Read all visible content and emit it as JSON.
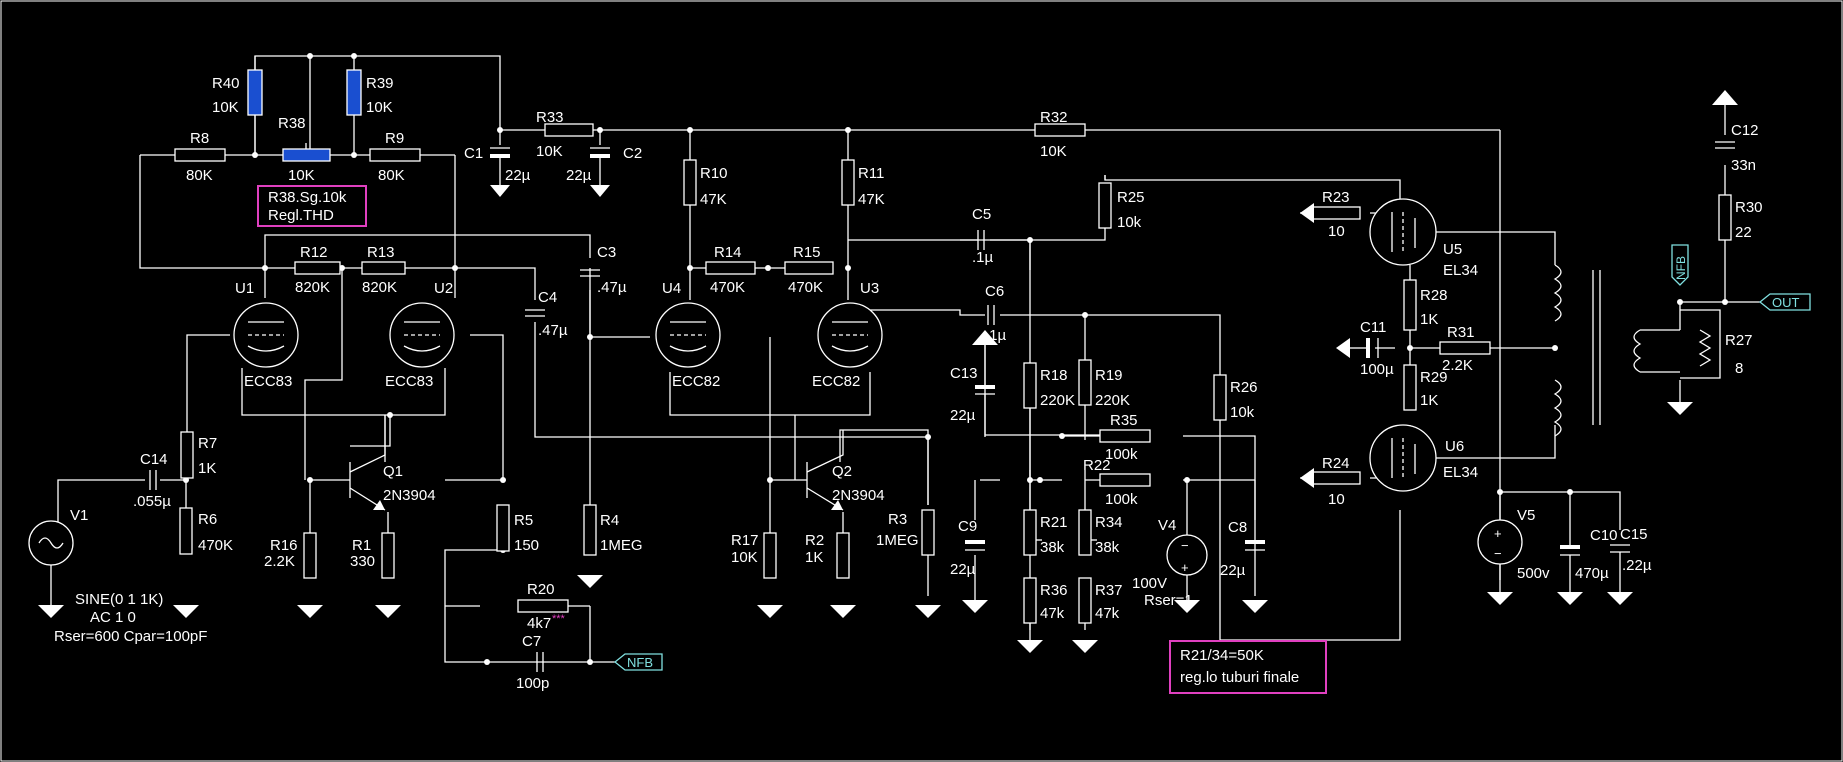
{
  "colors": {
    "background": "#000000",
    "wire": "#ffffff",
    "highlight": "#1a4fd0",
    "note_border": "#e040c0",
    "net_label": "#80e0e0"
  },
  "components": {
    "R40": {
      "ref": "R40",
      "value": "10K"
    },
    "R39": {
      "ref": "R39",
      "value": "10K"
    },
    "R38": {
      "ref": "R38",
      "value": "10K"
    },
    "R8": {
      "ref": "R8",
      "value": "80K"
    },
    "R9": {
      "ref": "R9",
      "value": "80K"
    },
    "R33": {
      "ref": "R33",
      "value": "10K"
    },
    "R32": {
      "ref": "R32",
      "value": "10K"
    },
    "C1": {
      "ref": "C1",
      "value": "22µ"
    },
    "C2": {
      "ref": "C2",
      "value": "22µ"
    },
    "R10": {
      "ref": "R10",
      "value": "47K"
    },
    "R11": {
      "ref": "R11",
      "value": "47K"
    },
    "R12": {
      "ref": "R12",
      "value": "820K"
    },
    "R13": {
      "ref": "R13",
      "value": "820K"
    },
    "C3": {
      "ref": "C3",
      "value": ".47µ"
    },
    "C4": {
      "ref": "C4",
      "value": ".47µ"
    },
    "R14": {
      "ref": "R14",
      "value": "470K"
    },
    "R15": {
      "ref": "R15",
      "value": "470K"
    },
    "C5": {
      "ref": "C5",
      "value": ".1µ"
    },
    "C6": {
      "ref": "C6",
      "value": ".1µ"
    },
    "R25": {
      "ref": "R25",
      "value": "10k"
    },
    "R23": {
      "ref": "R23",
      "value": "10"
    },
    "R24": {
      "ref": "R24",
      "value": "10"
    },
    "U1": {
      "ref": "U1",
      "value": "ECC83"
    },
    "U2": {
      "ref": "U2",
      "value": "ECC83"
    },
    "U4": {
      "ref": "U4",
      "value": "ECC82"
    },
    "U3": {
      "ref": "U3",
      "value": "ECC82"
    },
    "U5": {
      "ref": "U5",
      "value": "EL34"
    },
    "U6": {
      "ref": "U6",
      "value": "EL34"
    },
    "R7": {
      "ref": "R7",
      "value": "1K"
    },
    "C14": {
      "ref": "C14",
      "value": ".055µ"
    },
    "R6": {
      "ref": "R6",
      "value": "470K"
    },
    "V1": {
      "ref": "V1"
    },
    "Q1": {
      "ref": "Q1",
      "value": "2N3904"
    },
    "Q2": {
      "ref": "Q2",
      "value": "2N3904"
    },
    "R16": {
      "ref": "R16",
      "value": "2.2K"
    },
    "R1": {
      "ref": "R1",
      "value": "330"
    },
    "R5": {
      "ref": "R5",
      "value": "150"
    },
    "R4": {
      "ref": "R4",
      "value": "1MEG"
    },
    "R20": {
      "ref": "R20",
      "value": "4k7"
    },
    "C7": {
      "ref": "C7",
      "value": "100p"
    },
    "R17": {
      "ref": "R17",
      "value": "10K"
    },
    "R2": {
      "ref": "R2",
      "value": "1K"
    },
    "R3": {
      "ref": "R3",
      "value": "1MEG"
    },
    "C13": {
      "ref": "C13",
      "value": "22µ"
    },
    "R18": {
      "ref": "R18",
      "value": "220K"
    },
    "R19": {
      "ref": "R19",
      "value": "220K"
    },
    "R35": {
      "ref": "R35",
      "value": "100k"
    },
    "R22": {
      "ref": "R22",
      "value": "100k"
    },
    "R26": {
      "ref": "R26",
      "value": "10k"
    },
    "C9": {
      "ref": "C9",
      "value": "22µ"
    },
    "R21": {
      "ref": "R21",
      "value": "38k"
    },
    "R34": {
      "ref": "R34",
      "value": "38k"
    },
    "R36": {
      "ref": "R36",
      "value": "47k"
    },
    "R37": {
      "ref": "R37",
      "value": "47k"
    },
    "V4": {
      "ref": "V4",
      "value": "100V",
      "extra": "Rser=1"
    },
    "C8": {
      "ref": "C8",
      "value": "22µ"
    },
    "R28": {
      "ref": "R28",
      "value": "1K"
    },
    "R29": {
      "ref": "R29",
      "value": "1K"
    },
    "C11": {
      "ref": "C11",
      "value": "100µ"
    },
    "R31": {
      "ref": "R31",
      "value": "2.2K"
    },
    "V5": {
      "ref": "V5",
      "value": "500v"
    },
    "C10": {
      "ref": "C10",
      "value": "470µ"
    },
    "C15": {
      "ref": "C15",
      "value": ".22µ"
    },
    "C12": {
      "ref": "C12",
      "value": "33n"
    },
    "R30": {
      "ref": "R30",
      "value": "22"
    },
    "R27": {
      "ref": "R27",
      "value": "8"
    }
  },
  "source_spec": {
    "line1": "SINE(0 1 1K)",
    "line2": "AC 1 0",
    "line3": "Rser=600 Cpar=100pF"
  },
  "r20_marker": "***",
  "notes": {
    "thd": {
      "line1": "R38.Sg.10k",
      "line2": "Regl.THD"
    },
    "bias": {
      "line1": "R21/34=50K",
      "line2": "reg.lo tuburi finale"
    }
  },
  "net_labels": {
    "nfb_left": "NFB",
    "nfb_right": "NFB",
    "out": "OUT"
  }
}
